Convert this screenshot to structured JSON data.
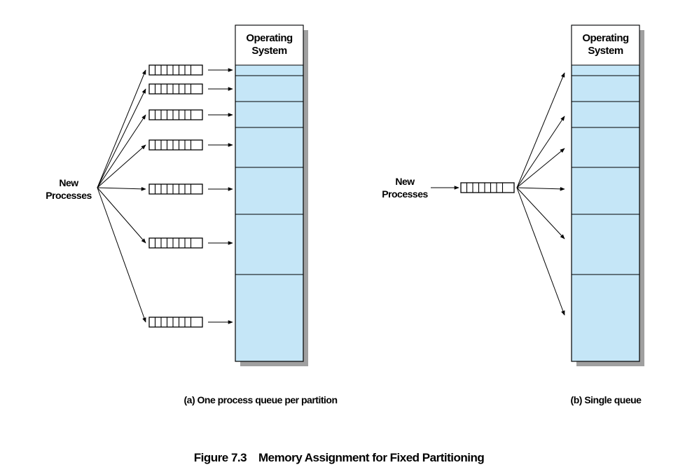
{
  "left": {
    "os_line1": "Operating",
    "os_line2": "System",
    "new_line1": "New",
    "new_line2": "Processes",
    "caption": "(a) One process queue per partition"
  },
  "right": {
    "os_line1": "Operating",
    "os_line2": "System",
    "new_line1": "New",
    "new_line2": "Processes",
    "caption": "(b) Single queue"
  },
  "figure_title": "Figure 7.3    Memory Assignment for Fixed Partitioning",
  "colors": {
    "partition_fill": "#c5e6f7",
    "shadow": "#a0a0a0",
    "line": "#000000"
  }
}
